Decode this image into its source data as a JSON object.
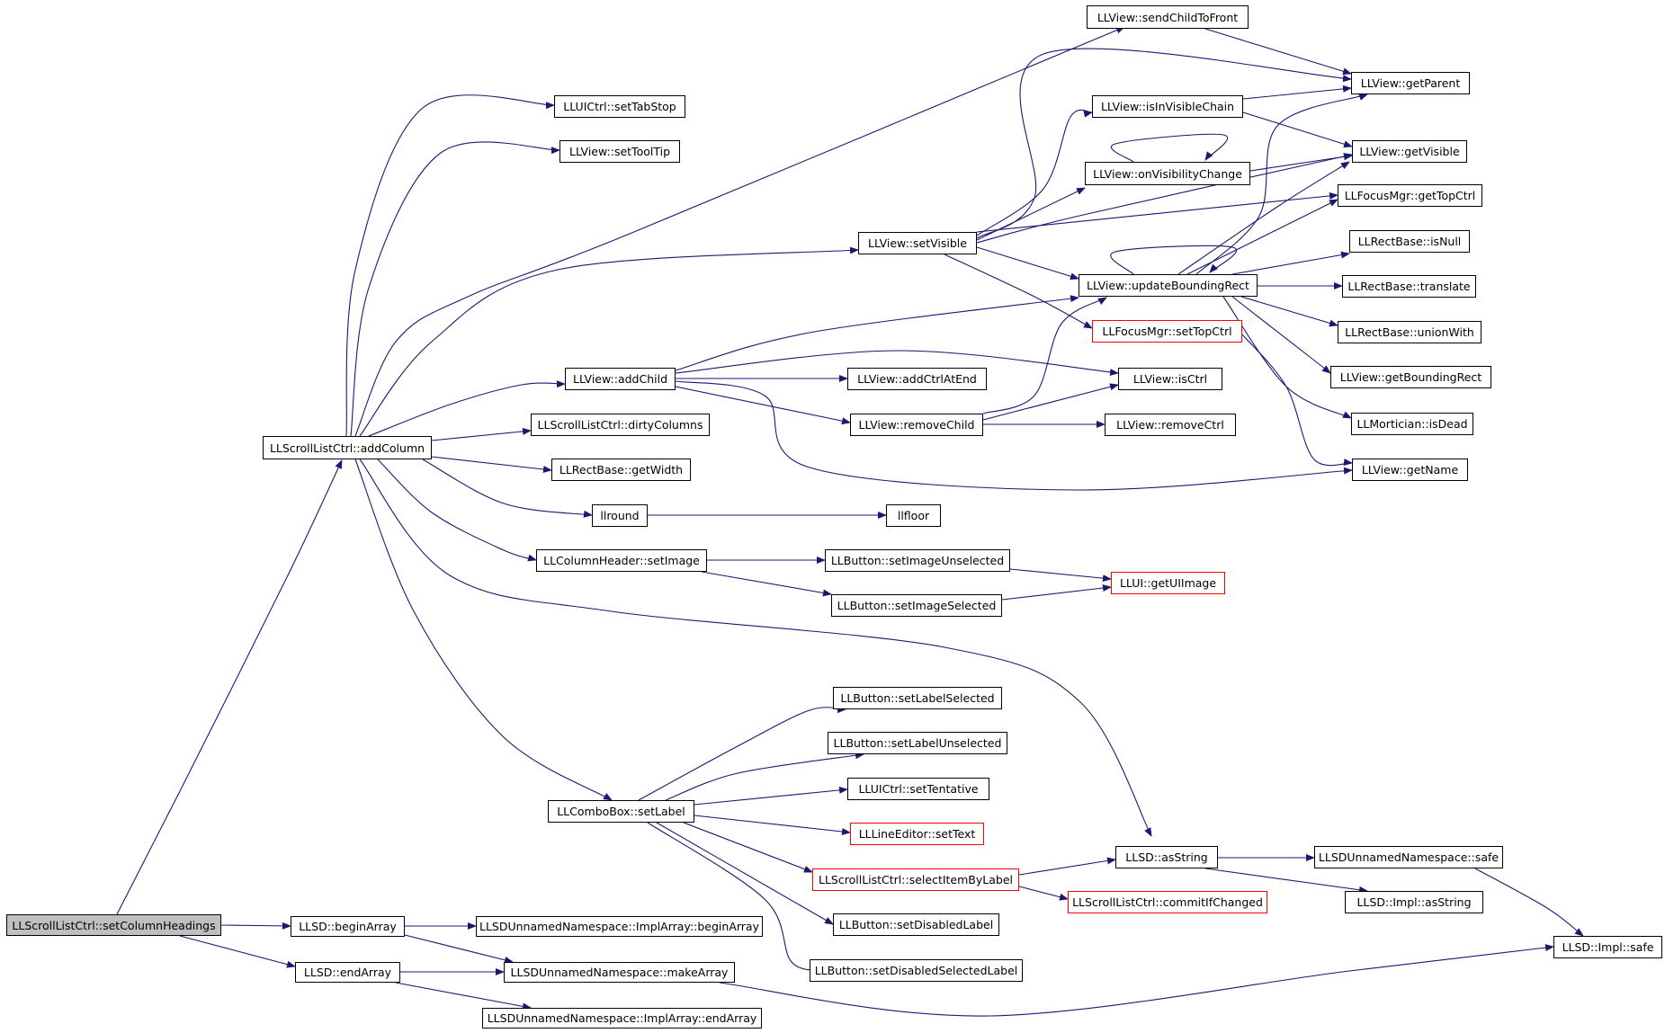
{
  "graph": {
    "edge_color": "#191970",
    "root_fill": "#bfbfbf",
    "truncated_border": "#ff0000",
    "nodes": {
      "root": "LLScrollListCtrl::setColumnHeadings",
      "addColumn": "LLScrollListCtrl::addColumn",
      "beginArray": "LLSD::beginArray",
      "endArray": "LLSD::endArray",
      "implBeginArray": "LLSDUnnamedNamespace::ImplArray::beginArray",
      "makeArray": "LLSDUnnamedNamespace::makeArray",
      "implEndArray": "LLSDUnnamedNamespace::ImplArray::endArray",
      "setTabStop": "LLUICtrl::setTabStop",
      "setToolTip": "LLView::setToolTip",
      "sendChildToFront": "LLView::sendChildToFront",
      "setVisible": "LLView::setVisible",
      "addChild": "LLView::addChild",
      "dirtyColumns": "LLScrollListCtrl::dirtyColumns",
      "getWidth": "LLRectBase::getWidth",
      "llround": "llround",
      "llfloor": "llfloor",
      "colSetImage": "LLColumnHeader::setImage",
      "setImageUnselected": "LLButton::setImageUnselected",
      "setImageSelected": "LLButton::setImageSelected",
      "getUIImage": "LLUI::getUIImage",
      "comboSetLabel": "LLComboBox::setLabel",
      "setLabelSelected": "LLButton::setLabelSelected",
      "setLabelUnselected": "LLButton::setLabelUnselected",
      "setTentative": "LLUICtrl::setTentative",
      "setText": "LLLineEditor::setText",
      "selectItemByLabel": "LLScrollListCtrl::selectItemByLabel",
      "setDisabledLabel": "LLButton::setDisabledLabel",
      "setDisabledSelectedLabel": "LLButton::setDisabledSelectedLabel",
      "asString": "LLSD::asString",
      "commitIfChanged": "LLScrollListCtrl::commitIfChanged",
      "nsSafe": "LLSDUnnamedNamespace::safe",
      "implAsString": "LLSD::Impl::asString",
      "implSafe": "LLSD::Impl::safe",
      "addCtrlAtEnd": "LLView::addCtrlAtEnd",
      "removeChild": "LLView::removeChild",
      "isCtrl": "LLView::isCtrl",
      "removeCtrl": "LLView::removeCtrl",
      "isInVisibleChain": "LLView::isInVisibleChain",
      "onVisibilityChange": "LLView::onVisibilityChange",
      "updateBoundingRect": "LLView::updateBoundingRect",
      "fmSetTopCtrl": "LLFocusMgr::setTopCtrl",
      "getParent": "LLView::getParent",
      "getVisible": "LLView::getVisible",
      "fmGetTopCtrl": "LLFocusMgr::getTopCtrl",
      "isNull": "LLRectBase::isNull",
      "translate": "LLRectBase::translate",
      "unionWith": "LLRectBase::unionWith",
      "getBoundingRect": "LLView::getBoundingRect",
      "isDead": "LLMortician::isDead",
      "getName": "LLView::getName"
    }
  }
}
